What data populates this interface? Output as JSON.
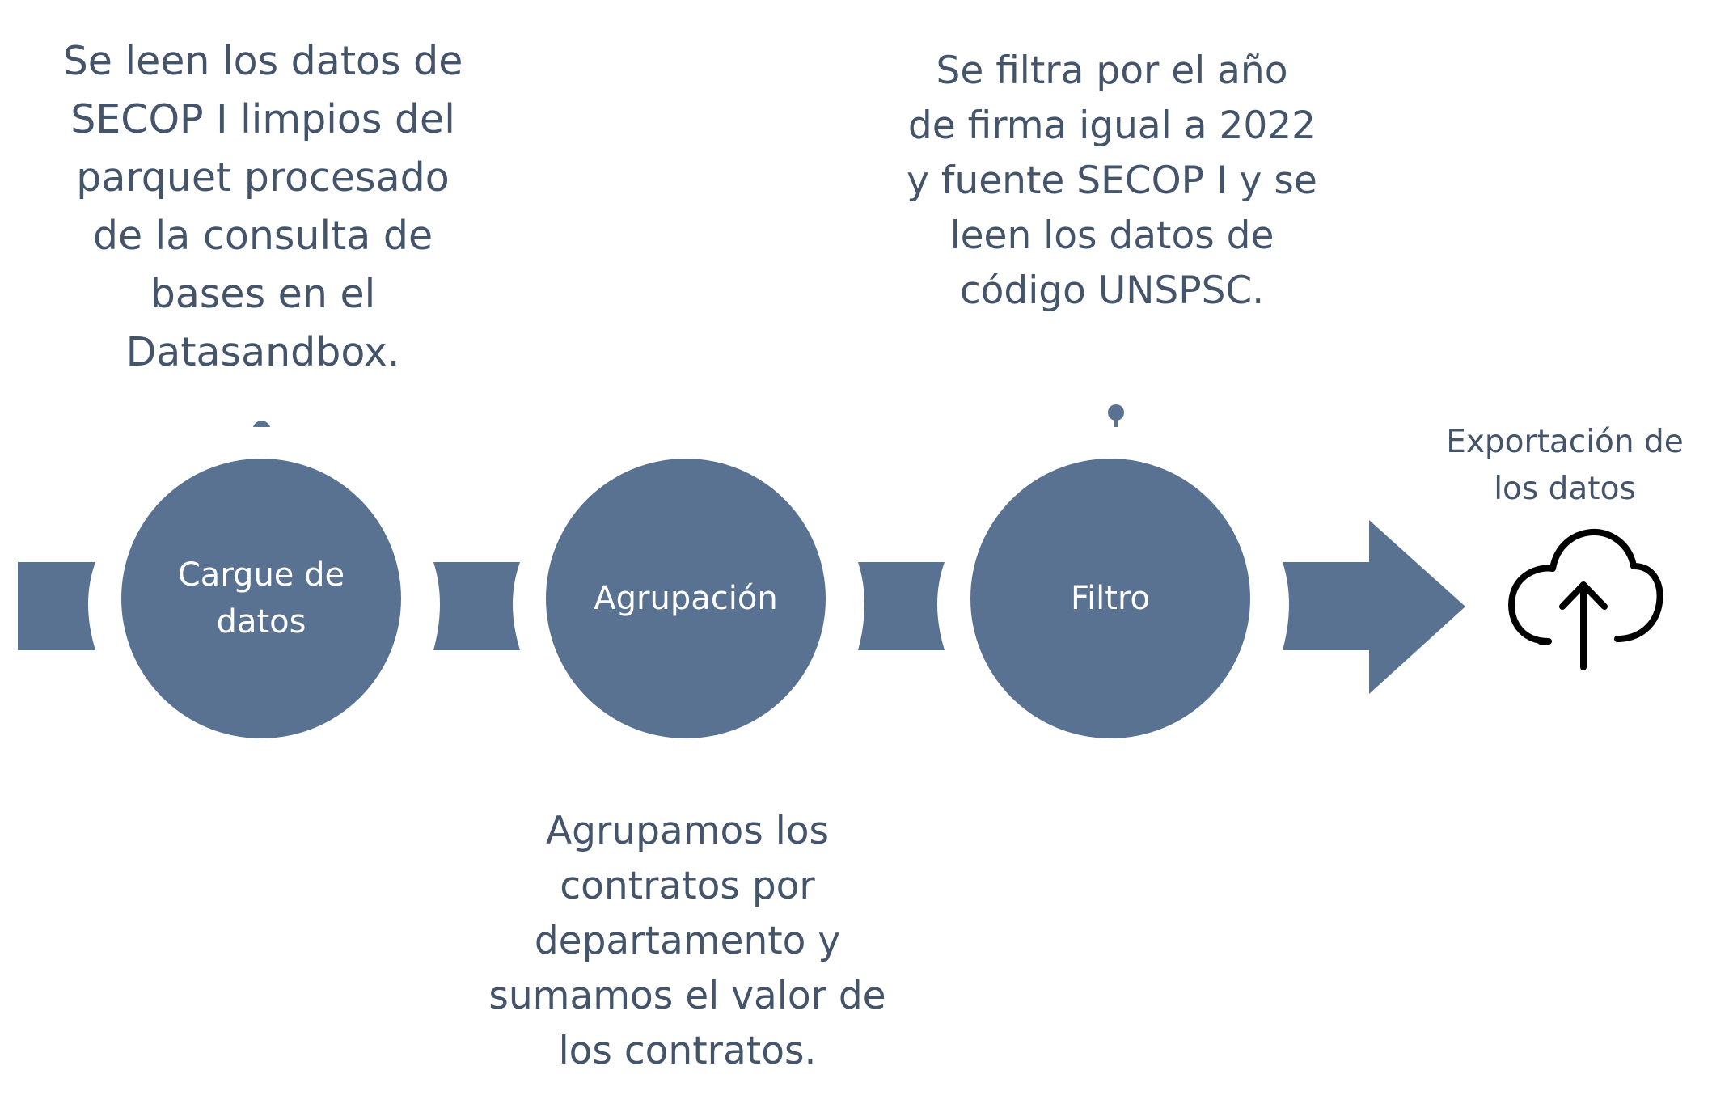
{
  "colors": {
    "shape": "#5a7291",
    "text_dark": "#44546a",
    "text_light": "#ffffff",
    "icon": "#000000"
  },
  "steps": [
    {
      "label_lines": [
        "Cargue de",
        "datos"
      ],
      "description_lines": [
        "Se leen los datos de",
        "SECOP I limpios del",
        "parquet procesado",
        "de la consulta de",
        "bases en el",
        "Datasandbox."
      ]
    },
    {
      "label_lines": [
        "Agrupación"
      ],
      "description_lines": [
        "Agrupamos los",
        "contratos por",
        "departamento y",
        "sumamos el valor de",
        "los contratos."
      ]
    },
    {
      "label_lines": [
        "Filtro"
      ],
      "description_lines": [
        "Se filtra por el año",
        "de firma igual a 2022",
        "y fuente SECOP I y se",
        "leen los datos de",
        "código UNSPSC."
      ]
    }
  ],
  "final_step": {
    "label_lines": [
      "Exportación de",
      "los datos"
    ],
    "icon": "cloud-upload-icon"
  }
}
